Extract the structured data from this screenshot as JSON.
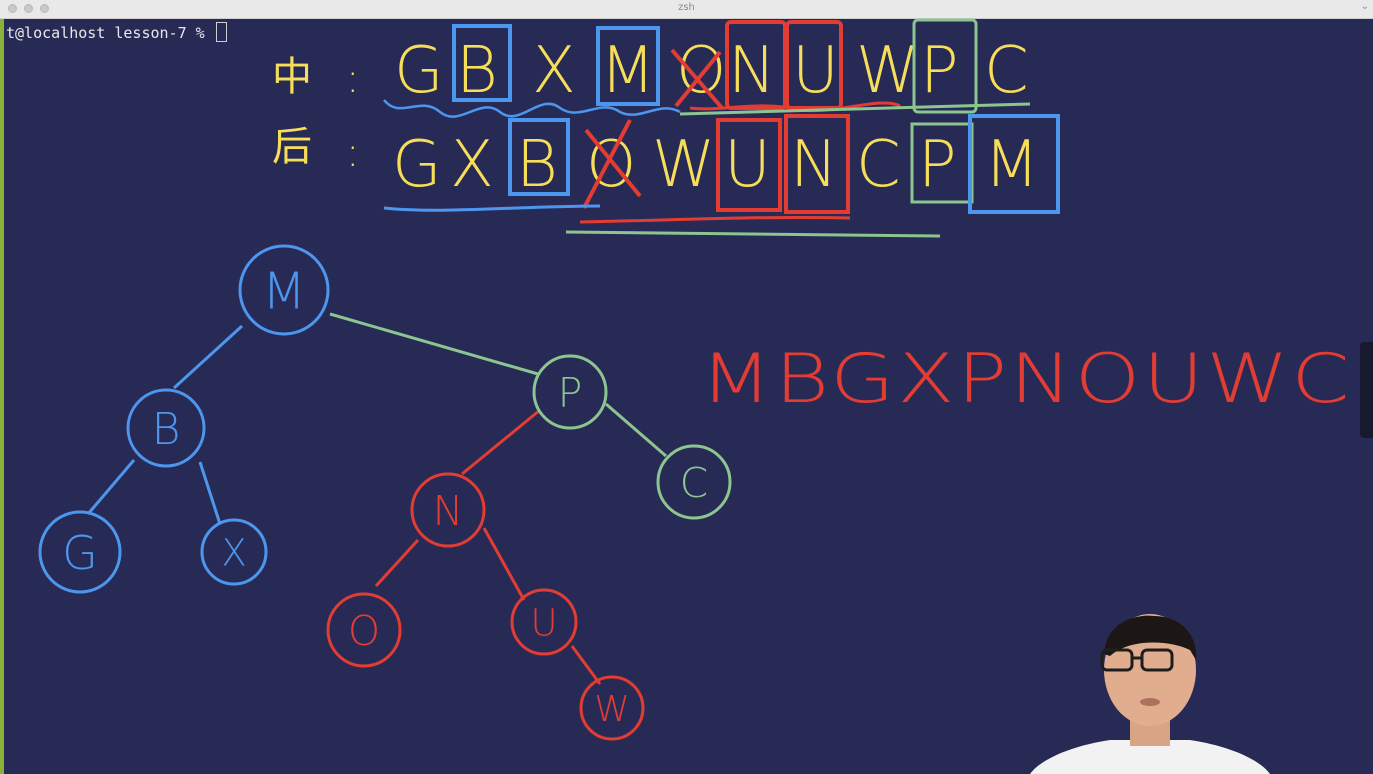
{
  "window": {
    "title": "zsh",
    "menu_icon": "chevron-down-icon"
  },
  "terminal": {
    "prompt": "t@localhost lesson-7 % "
  },
  "annotations": {
    "inorder_label": "中",
    "postorder_label": "后",
    "separator": ":",
    "inorder_letters": [
      "G",
      "B",
      "X",
      "M",
      "O",
      "N",
      "U",
      "W",
      "P",
      "C"
    ],
    "postorder_letters": [
      "G",
      "X",
      "B",
      "O",
      "W",
      "U",
      "N",
      "C",
      "P",
      "M"
    ],
    "preorder_result": "MBGXPNOUWC"
  },
  "tree": {
    "nodes": [
      {
        "id": "M",
        "label": "M",
        "color": "#4d96ee"
      },
      {
        "id": "B",
        "label": "B",
        "color": "#4d96ee"
      },
      {
        "id": "G",
        "label": "G",
        "color": "#4d96ee"
      },
      {
        "id": "X",
        "label": "X",
        "color": "#4d96ee"
      },
      {
        "id": "P",
        "label": "P",
        "color": "#8cc590"
      },
      {
        "id": "C",
        "label": "C",
        "color": "#8cc590"
      },
      {
        "id": "N",
        "label": "N",
        "color": "#e23c33"
      },
      {
        "id": "O",
        "label": "O",
        "color": "#e23c33"
      },
      {
        "id": "U",
        "label": "U",
        "color": "#e23c33"
      },
      {
        "id": "W",
        "label": "W",
        "color": "#e23c33"
      }
    ]
  },
  "colors": {
    "background": "#282a56",
    "yellow": "#f6de5a",
    "red": "#e23c33",
    "blue": "#4d96ee",
    "green": "#8cc590"
  }
}
